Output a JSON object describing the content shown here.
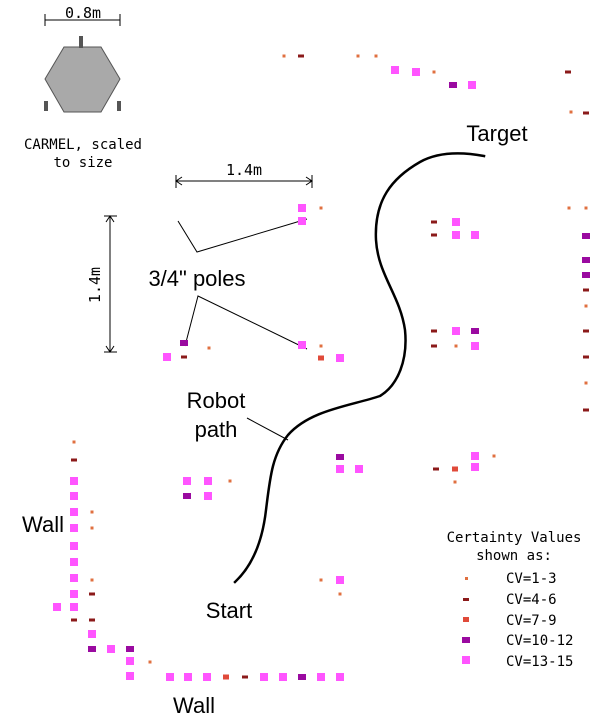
{
  "robot": {
    "width_label": "0.8m",
    "caption_line1": "CARMEL, scaled",
    "caption_line2": "to size",
    "body_color": "#a9a9a9"
  },
  "dimensions": {
    "horizontal_label": "1.4m",
    "vertical_label": "1.4m"
  },
  "labels": {
    "target": "Target",
    "poles": "3/4\" poles",
    "robot_path_line1": "Robot",
    "robot_path_line2": "path",
    "start": "Start",
    "wall_left": "Wall",
    "wall_bottom": "Wall"
  },
  "legend": {
    "title_line1": "Certainty Values",
    "title_line2": "shown as:",
    "items": [
      {
        "label": "CV=1-3",
        "color": "#e07040"
      },
      {
        "label": "CV=4-6",
        "color": "#8b1a1a"
      },
      {
        "label": "CV=7-9",
        "color": "#e04a3a"
      },
      {
        "label": "CV=10-12",
        "color": "#9a0aa0"
      },
      {
        "label": "CV=13-15",
        "color": "#ff55ff"
      }
    ]
  },
  "colors": {
    "path": "#000000",
    "annotation": "#000000"
  }
}
